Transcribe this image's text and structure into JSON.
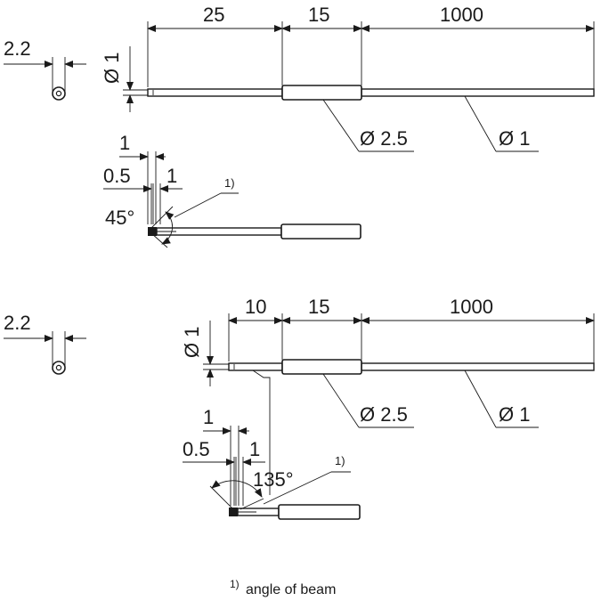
{
  "top": {
    "dims": {
      "d1": "25",
      "d2": "15",
      "d3": "1000"
    },
    "end_width": "2.2",
    "fiber_dia": "Ø 1",
    "sleeve_dia": "Ø 2.5",
    "cable_dia": "Ø 1",
    "tip_1a": "1",
    "tip_05": "0.5",
    "tip_1b": "1",
    "angle": "45°",
    "note_ref": "1)"
  },
  "bottom": {
    "dims": {
      "d1": "10",
      "d2": "15",
      "d3": "1000"
    },
    "end_width": "2.2",
    "fiber_dia": "Ø 1",
    "sleeve_dia": "Ø 2.5",
    "cable_dia": "Ø 1",
    "tip_1a": "1",
    "tip_05": "0.5",
    "tip_1b": "1",
    "angle": "135°",
    "note_ref": "1)"
  },
  "footnote": {
    "sup": "1)",
    "text": "angle of beam"
  }
}
